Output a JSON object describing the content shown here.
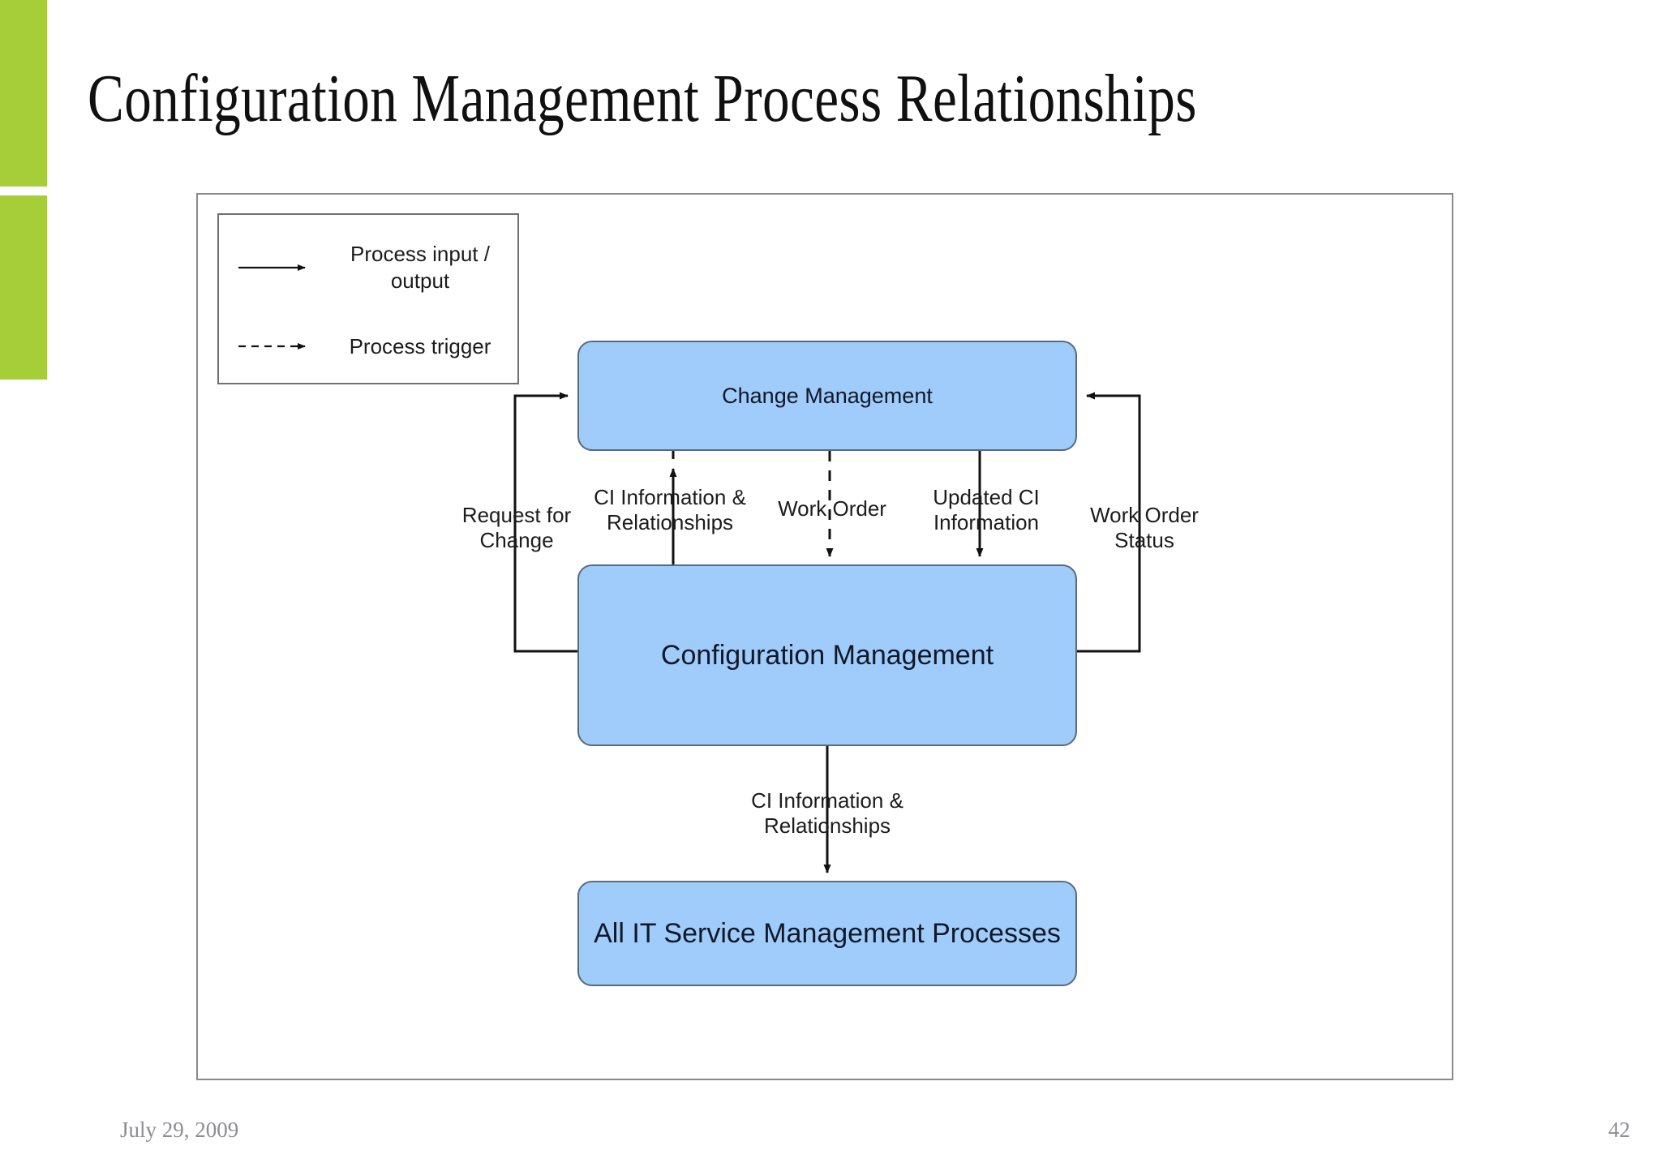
{
  "slide": {
    "title": "Configuration Management Process Relationships",
    "accent_color": "#a6ce39",
    "box_fill_color": "#9fccfb",
    "box_border_color": "#5a6a7a",
    "frame_border_color": "#8a8a8e"
  },
  "legend": {
    "items": [
      {
        "glyph": "solid-arrow-icon",
        "label": "Process input /\noutput"
      },
      {
        "glyph": "dashed-arrow-icon",
        "label": "Process trigger"
      }
    ]
  },
  "diagram": {
    "nodes": [
      {
        "id": "change-management",
        "label": "Change Management"
      },
      {
        "id": "configuration-management",
        "label": "Configuration Management"
      },
      {
        "id": "all-itsm-processes",
        "label": "All IT Service Management Processes"
      }
    ],
    "edges": [
      {
        "id": "request-for-change",
        "label": "Request for\nChange",
        "from": "configuration-management",
        "to": "change-management",
        "style": "solid"
      },
      {
        "id": "ci-info-up",
        "label": "CI Information &\nRelationships",
        "from": "configuration-management",
        "to": "change-management",
        "style": "solid"
      },
      {
        "id": "work-order",
        "label": "Work Order",
        "from": "change-management",
        "to": "configuration-management",
        "style": "dashed"
      },
      {
        "id": "updated-ci-info",
        "label": "Updated CI\nInformation",
        "from": "change-management",
        "to": "configuration-management",
        "style": "solid"
      },
      {
        "id": "work-order-status",
        "label": "Work Order\nStatus",
        "from": "configuration-management",
        "to": "change-management",
        "style": "solid"
      },
      {
        "id": "ci-info-down",
        "label": "CI Information &\nRelationships",
        "from": "configuration-management",
        "to": "all-itsm-processes",
        "style": "solid"
      }
    ]
  },
  "footer": {
    "date": "July 29, 2009",
    "page_number": "42"
  }
}
